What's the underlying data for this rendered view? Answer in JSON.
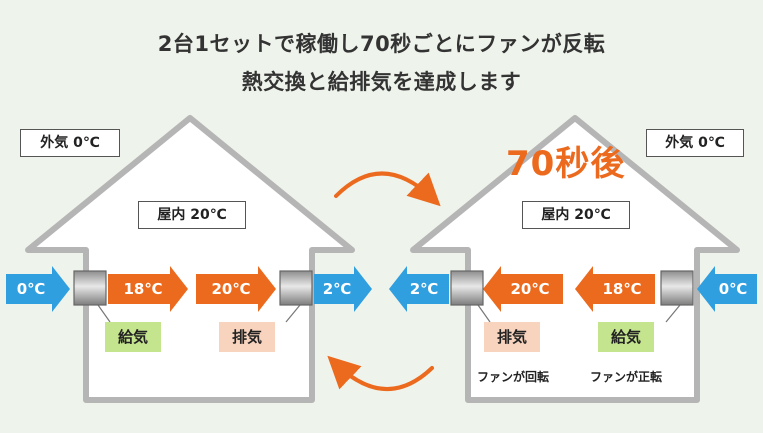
{
  "title": {
    "line1": "2台1セットで稼働し70秒ごとにファンが反転",
    "line2": "熱交換と給排気を達成します"
  },
  "left_house": {
    "outside_label": "外気 0℃",
    "indoor_label": "屋内 20℃",
    "flow": [
      "0℃",
      "18℃",
      "20℃",
      "2℃"
    ],
    "supply_label": "給気",
    "exhaust_label": "排気"
  },
  "right_house": {
    "after_label": "70秒後",
    "outside_label": "外気 0℃",
    "indoor_label": "屋内 20℃",
    "flow": [
      "2℃",
      "20℃",
      "18℃",
      "0℃"
    ],
    "exhaust_label": "排気",
    "supply_label": "給気",
    "reverse_caption": "ファンが回転",
    "forward_caption": "ファンが正転"
  },
  "colors": {
    "background": "#eef3eb",
    "house_outline": "#b5b5b5",
    "blue_arrow": "#2f9fe0",
    "orange_arrow": "#ec6a1e",
    "supply_tag": "#c4e48e",
    "exhaust_tag": "#f8d4bf"
  },
  "icons": [
    "fan-unit-icon",
    "cycle-arrow-icon"
  ]
}
